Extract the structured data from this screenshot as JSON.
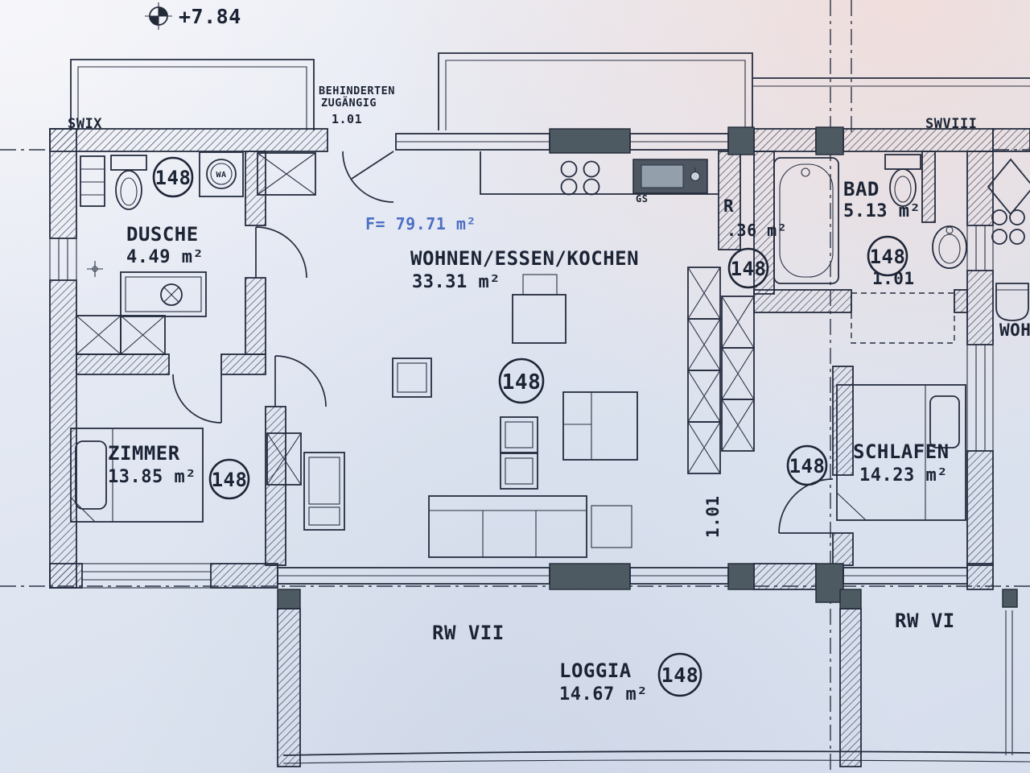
{
  "marker": {
    "elevation": "+7.84"
  },
  "axes": {
    "top_left": "SWIX",
    "top_right": "SWVIII",
    "bottom_center": "RW VII",
    "bottom_right": "RW VI"
  },
  "entrance_note": {
    "line1": "BEHINDERTEN",
    "line2": "ZUGÄNGIG",
    "line3": "1.01"
  },
  "unit": {
    "number": "148"
  },
  "area_note": "F= 79.71 m²",
  "rooms": {
    "dusche": {
      "name": "DUSCHE",
      "area": "4.49 m²"
    },
    "wohnen": {
      "name": "WOHNEN/ESSEN/KOCHEN",
      "area": "33.31 m²"
    },
    "zimmer": {
      "name": "ZIMMER",
      "area": "13.85 m²"
    },
    "ar": {
      "name": "R",
      "area": ".36 m²"
    },
    "bad": {
      "name": "BAD",
      "area": "5.13 m²",
      "dim": "1.01"
    },
    "schlafen": {
      "name": "SCHLAFEN",
      "area": "14.23 m²"
    },
    "loggia": {
      "name": "LOGGIA",
      "area": "14.67 m²"
    },
    "corridor_dim": "1.01"
  },
  "appliances": {
    "washer": "WA",
    "dishwasher": "GS"
  },
  "neighbor": {
    "partial_label": "WOH"
  }
}
